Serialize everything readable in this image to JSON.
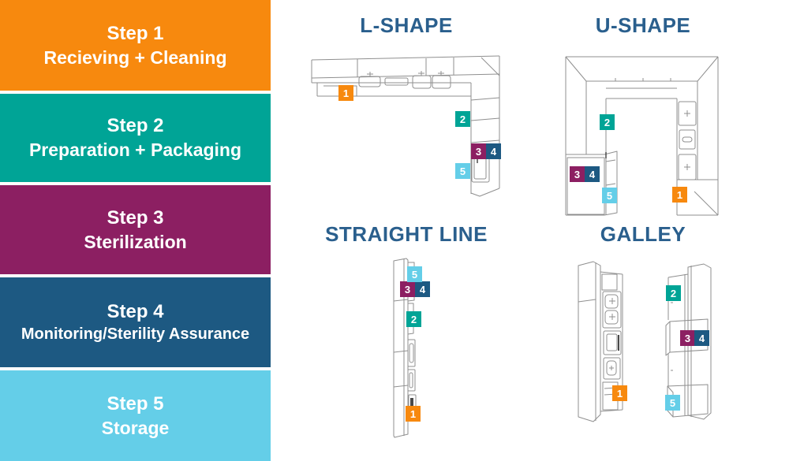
{
  "palette": {
    "step1_orange": "#F7890E",
    "step2_teal": "#00A496",
    "step3_magenta": "#8C1F62",
    "step4_darkblue": "#1D5982",
    "step5_lightblue": "#64CEE8",
    "heading_blue": "#2A5F8D"
  },
  "sidebar": {
    "steps": [
      {
        "title": "Step 1",
        "subtitle": "Recieving + Cleaning"
      },
      {
        "title": "Step 2",
        "subtitle": "Preparation + Packaging"
      },
      {
        "title": "Step 3",
        "subtitle": "Sterilization"
      },
      {
        "title": "Step 4",
        "subtitle": "Monitoring/Sterility Assurance"
      },
      {
        "title": "Step 5",
        "subtitle": "Storage"
      }
    ]
  },
  "layouts": [
    {
      "title": "L-SHAPE",
      "badges": [
        "1",
        "2",
        "3",
        "4",
        "5"
      ]
    },
    {
      "title": "U-SHAPE",
      "badges": [
        "1",
        "2",
        "3",
        "4",
        "5"
      ]
    },
    {
      "title": "STRAIGHT LINE",
      "badges": [
        "1",
        "2",
        "3",
        "4",
        "5"
      ]
    },
    {
      "title": "GALLEY",
      "badges": [
        "1",
        "2",
        "3",
        "4",
        "5"
      ]
    }
  ]
}
